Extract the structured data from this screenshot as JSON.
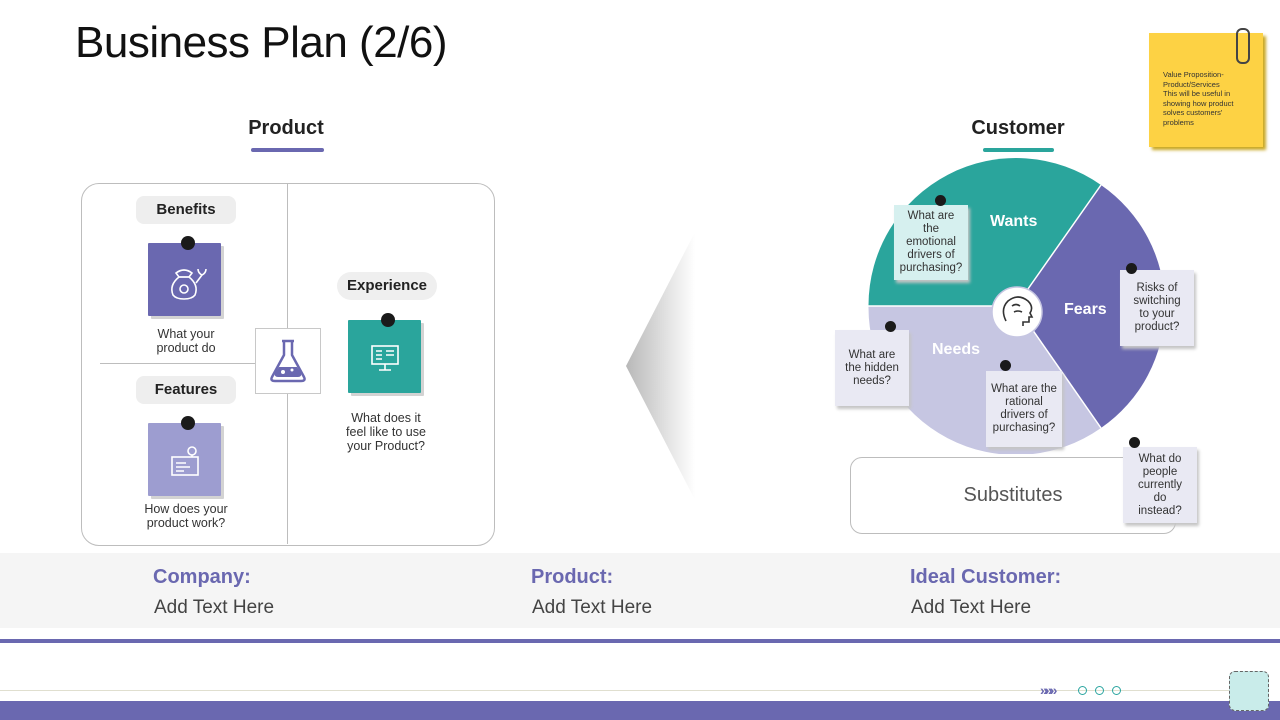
{
  "title": "Business Plan (2/6)",
  "product": {
    "heading": "Product",
    "benefits": {
      "label": "Benefits",
      "caption": "What your\nproduct do"
    },
    "features": {
      "label": "Features",
      "caption": "How does your\nproduct work?"
    },
    "experience": {
      "label": "Experience",
      "caption": "What does it\nfeel like to use\nyour Product?"
    }
  },
  "customer": {
    "heading": "Customer",
    "segments": [
      {
        "name": "Wants",
        "color": "#2aa59c"
      },
      {
        "name": "Fears",
        "color": "#6a68b0"
      },
      {
        "name": "Needs",
        "color": "#c6c6e2"
      }
    ],
    "notes": {
      "wants": "What are\nthe\nemotional\ndrivers of\npurchasing?",
      "fears": "Risks of\nswitching\nto your\nproduct?",
      "needs_hidden": "What are\nthe hidden\nneeds?",
      "needs_rational": "What are the\nrational\ndrivers of\npurchasing?",
      "substitutes": "What do\npeople\ncurrently\ndo\ninstead?"
    },
    "substitutes_label": "Substitutes"
  },
  "sticky_note": "Value Proposition-\nProduct/Services\nThis will be useful in\nshowing how product\nsolves customers'\nproblems",
  "bottom": [
    {
      "label": "Company:",
      "value": "Add Text Here"
    },
    {
      "label": "Product:",
      "value": "Add Text Here"
    },
    {
      "label": "Ideal Customer:",
      "value": "Add Text Here"
    }
  ],
  "footer": {
    "chevrons": "»»»"
  },
  "colors": {
    "purple": "#6a68b0",
    "teal": "#2aa59c",
    "lavender": "#c6c6e2",
    "yellow": "#fdd244"
  }
}
